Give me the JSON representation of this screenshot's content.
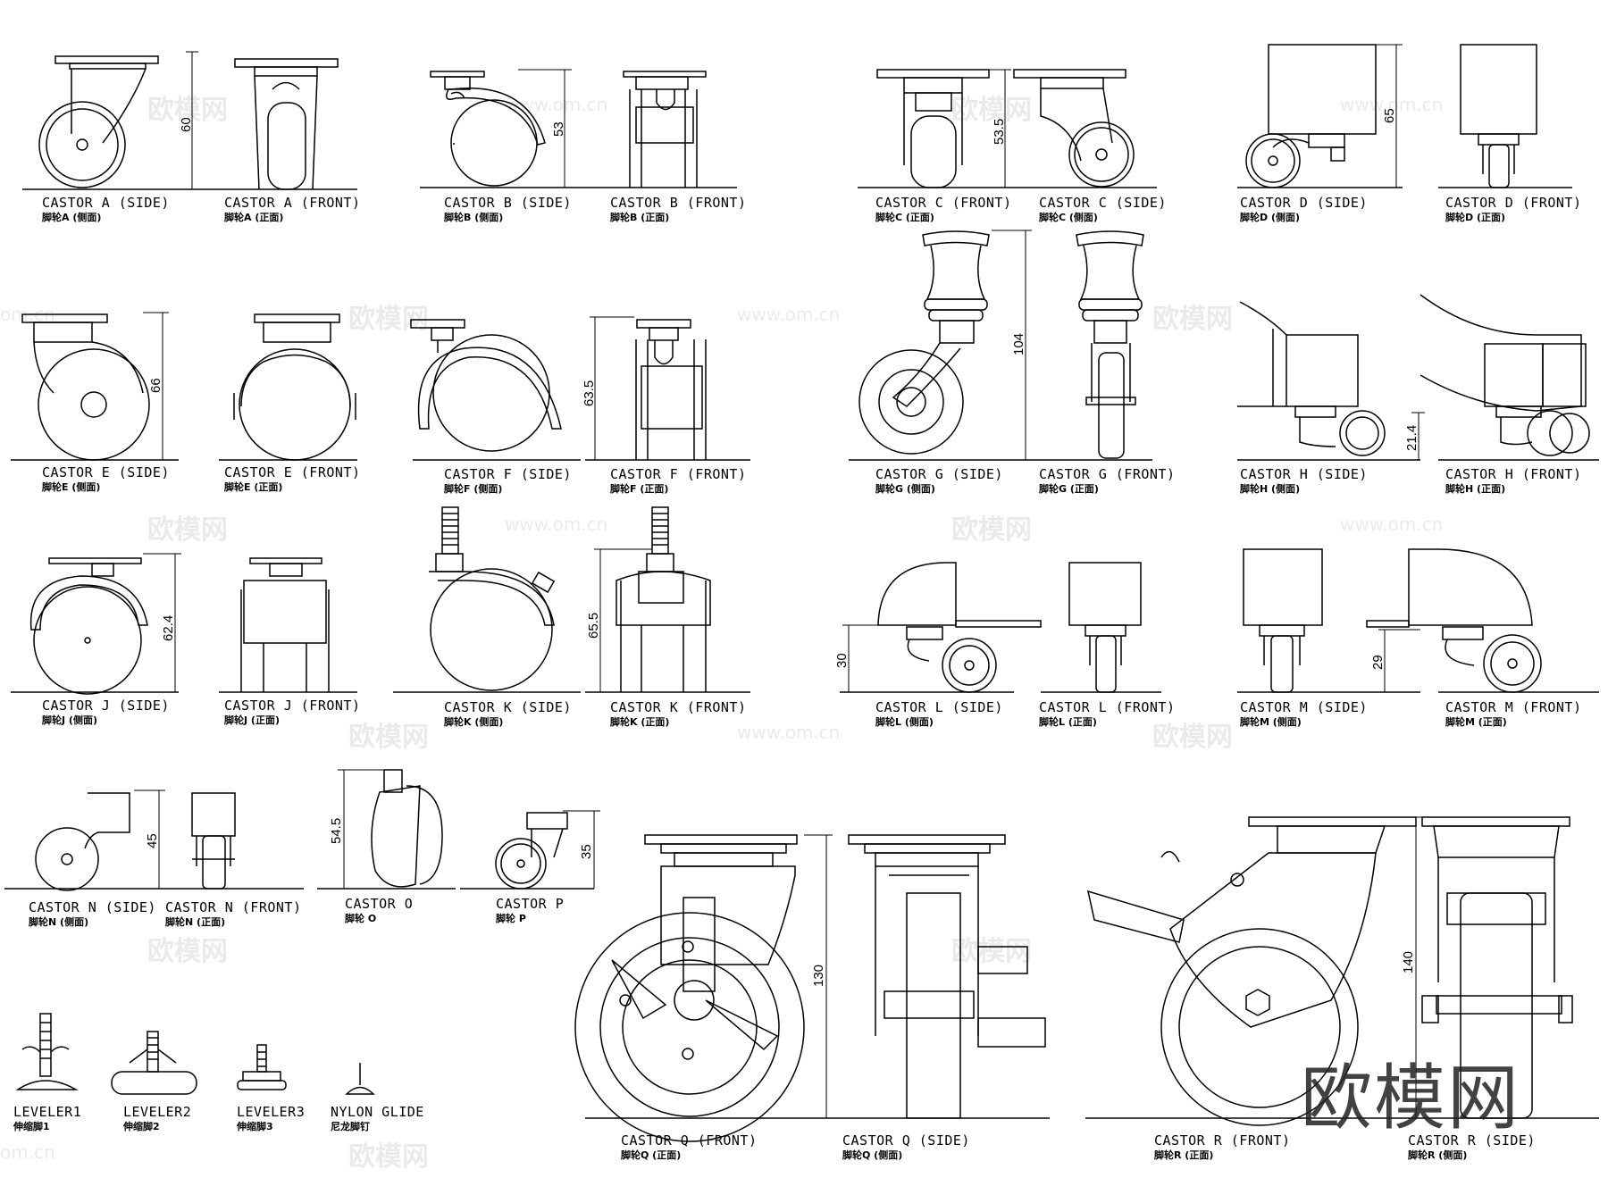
{
  "items": [
    {
      "id": "A-side",
      "en": "CASTOR  A  (SIDE)",
      "cn": "脚轮A  (侧面)"
    },
    {
      "id": "A-front",
      "en": "CASTOR  A  (FRONT)",
      "cn": "脚轮A  (正面)"
    },
    {
      "id": "B-side",
      "en": "CASTOR  B  (SIDE)",
      "cn": "脚轮B  (侧面)"
    },
    {
      "id": "B-front",
      "en": "CASTOR  B  (FRONT)",
      "cn": "脚轮B  (正面)"
    },
    {
      "id": "C-front",
      "en": "CASTOR  C  (FRONT)",
      "cn": "脚轮C  (正面)"
    },
    {
      "id": "C-side",
      "en": "CASTOR  C  (SIDE)",
      "cn": "脚轮C  (侧面)"
    },
    {
      "id": "D-side",
      "en": "CASTOR  D  (SIDE)",
      "cn": "脚轮D  (侧面)"
    },
    {
      "id": "D-front",
      "en": "CASTOR  D  (FRONT)",
      "cn": "脚轮D  (正面)"
    },
    {
      "id": "E-side",
      "en": "CASTOR  E  (SIDE)",
      "cn": "脚轮E  (侧面)"
    },
    {
      "id": "E-front",
      "en": "CASTOR  E  (FRONT)",
      "cn": "脚轮E  (正面)"
    },
    {
      "id": "F-side",
      "en": "CASTOR  F  (SIDE)",
      "cn": "脚轮F  (侧面)"
    },
    {
      "id": "F-front",
      "en": "CASTOR  F  (FRONT)",
      "cn": "脚轮F  (正面)"
    },
    {
      "id": "G-side",
      "en": "CASTOR  G  (SIDE)",
      "cn": "脚轮G  (侧面)"
    },
    {
      "id": "G-front",
      "en": "CASTOR  G  (FRONT)",
      "cn": "脚轮G  (正面)"
    },
    {
      "id": "H-side",
      "en": "CASTOR  H  (SIDE)",
      "cn": "脚轮H  (侧面)"
    },
    {
      "id": "H-front",
      "en": "CASTOR  H  (FRONT)",
      "cn": "脚轮H  (正面)"
    },
    {
      "id": "J-side",
      "en": "CASTOR  J  (SIDE)",
      "cn": "脚轮J  (侧面)"
    },
    {
      "id": "J-front",
      "en": "CASTOR  J  (FRONT)",
      "cn": "脚轮J  (正面)"
    },
    {
      "id": "K-side",
      "en": "CASTOR  K  (SIDE)",
      "cn": "脚轮K  (侧面)"
    },
    {
      "id": "K-front",
      "en": "CASTOR  K  (FRONT)",
      "cn": "脚轮K  (正面)"
    },
    {
      "id": "L-side",
      "en": "CASTOR  L  (SIDE)",
      "cn": "脚轮L  (侧面)"
    },
    {
      "id": "L-front",
      "en": "CASTOR  L  (FRONT)",
      "cn": "脚轮L  (正面)"
    },
    {
      "id": "M-side",
      "en": "CASTOR  M  (SIDE)",
      "cn": "脚轮M  (侧面)"
    },
    {
      "id": "M-front",
      "en": "CASTOR  M  (FRONT)",
      "cn": "脚轮M  (正面)"
    },
    {
      "id": "N-side",
      "en": "CASTOR  N  (SIDE)",
      "cn": "脚轮N  (侧面)"
    },
    {
      "id": "N-front",
      "en": "CASTOR  N  (FRONT)",
      "cn": "脚轮N  (正面)"
    },
    {
      "id": "O",
      "en": "CASTOR  O",
      "cn": "脚轮  O"
    },
    {
      "id": "P",
      "en": "CASTOR  P",
      "cn": "脚轮  P"
    },
    {
      "id": "Q-front",
      "en": "CASTOR  Q  (FRONT)",
      "cn": "脚轮Q  (正面)"
    },
    {
      "id": "Q-side",
      "en": "CASTOR  Q  (SIDE)",
      "cn": "脚轮Q  (侧面)"
    },
    {
      "id": "R-front",
      "en": "CASTOR  R  (FRONT)",
      "cn": "脚轮R  (正面)"
    },
    {
      "id": "R-side",
      "en": "CASTOR  R  (SIDE)",
      "cn": "脚轮R  (侧面)"
    },
    {
      "id": "lev1",
      "en": "LEVELER1",
      "cn": "伸缩脚1"
    },
    {
      "id": "lev2",
      "en": "LEVELER2",
      "cn": "伸缩脚2"
    },
    {
      "id": "lev3",
      "en": "LEVELER3",
      "cn": "伸缩脚3"
    },
    {
      "id": "glide",
      "en": "NYLON  GLIDE",
      "cn": "尼龙脚钉"
    }
  ],
  "dimensions": {
    "A": "60",
    "B": "53",
    "C": "53.5",
    "D": "65",
    "E": "66",
    "F": "63.5",
    "G": "104",
    "H": "21.4",
    "J": "62.4",
    "K": "65.5",
    "L": "30",
    "M": "29",
    "N": "45",
    "O": "54.5",
    "P": "35",
    "Q": "130",
    "R": "140"
  },
  "watermark": {
    "logo": "欧模网",
    "url": "www.om.cn",
    "partial_url": "om.cn",
    "big": "欧模网"
  }
}
